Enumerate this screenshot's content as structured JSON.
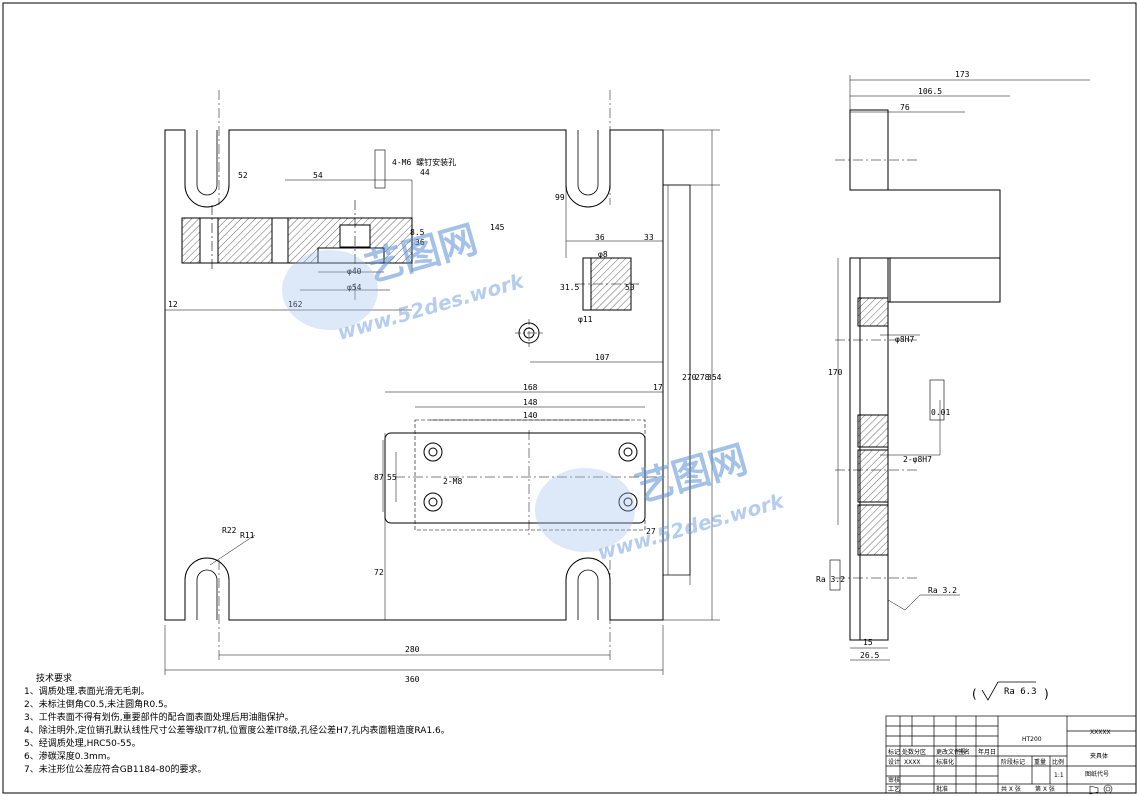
{
  "technical_requirements": {
    "title": "技术要求",
    "items": [
      "1、调质处理,表面光滑无毛刺。",
      "2、未标注倒角C0.5,未注圆角R0.5。",
      "3、工件表面不得有划伤,重要部件的配合面表面处理后用油脂保护。",
      "4、除注明外,定位销孔默认线性尺寸公差等级IT7机,位置度公差IT8级,孔径公差H7,孔内表面粗造度RA1.6。",
      "5、经调质处理,HRC50-55。",
      "6、渗碳深度0.3mm。",
      "7、未注形位公差应符合GB1184-80的要求。"
    ]
  },
  "roughness_symbol": "Ra 6.3",
  "front_view_dims": {
    "overall_width": "360",
    "hole_spacing": "280",
    "left_offset": "12",
    "section_width": "162",
    "slot_width": "52",
    "slot_offset": "54",
    "height_44": "44",
    "dia_40": "φ40",
    "dia_54": "φ54",
    "dim_36_sec": "36",
    "dim_8_5": "8.5",
    "note_vertical": "4-M6 螺钉安装孔",
    "dim_99": "99",
    "dim_145": "145",
    "dim_36": "36",
    "dim_33": "33",
    "dim_315": "31.5",
    "dim_50": "50",
    "dia_11": "φ11",
    "dia_8": "φ8",
    "dim_107": "107",
    "dim_168": "168",
    "dim_148": "148",
    "dim_140": "140",
    "dim_17": "17",
    "dim_87": "87",
    "dim_55": "55",
    "dim_m8": "2-M8",
    "dim_27": "27",
    "dim_72": "72",
    "dim_270": "270",
    "dim_278": "278",
    "dim_354": "354",
    "dim_r22": "R22",
    "dim_r11": "R11"
  },
  "side_view_dims": {
    "dim_173": "173",
    "dim_1065": "106.5",
    "dim_76": "76",
    "dim_170": "170",
    "dim_dia8": "φ8H7",
    "dim_2dia": "2-φ8H7",
    "dim_15": "15",
    "dim_265": "26.5",
    "ra32a": "Ra 3.2",
    "ra32b": "Ra 3.2",
    "flatness": "0.01"
  },
  "title_block": {
    "material": "HT200",
    "part_code": "XXXXX",
    "part_name": "夹具体",
    "designer": "XXXX",
    "scale": "1:1",
    "sheet_info": "共 X 张",
    "sheet_no": "第 X 张",
    "drawing_no_label": "图纸代号",
    "stage_label": "阶段标记",
    "weight_label": "重量",
    "ratio_label": "比例",
    "mark_label": "标记",
    "count_label": "处数",
    "zone_label": "分区",
    "change_label": "更改文件号",
    "sign_label": "签名",
    "date_label": "年月日",
    "design_label": "设计",
    "std_label": "标准化",
    "review_label": "审核",
    "process_label": "工艺",
    "approve_label": "批准"
  },
  "watermark": {
    "cn": "艺图网",
    "en": "www.52des.work"
  }
}
